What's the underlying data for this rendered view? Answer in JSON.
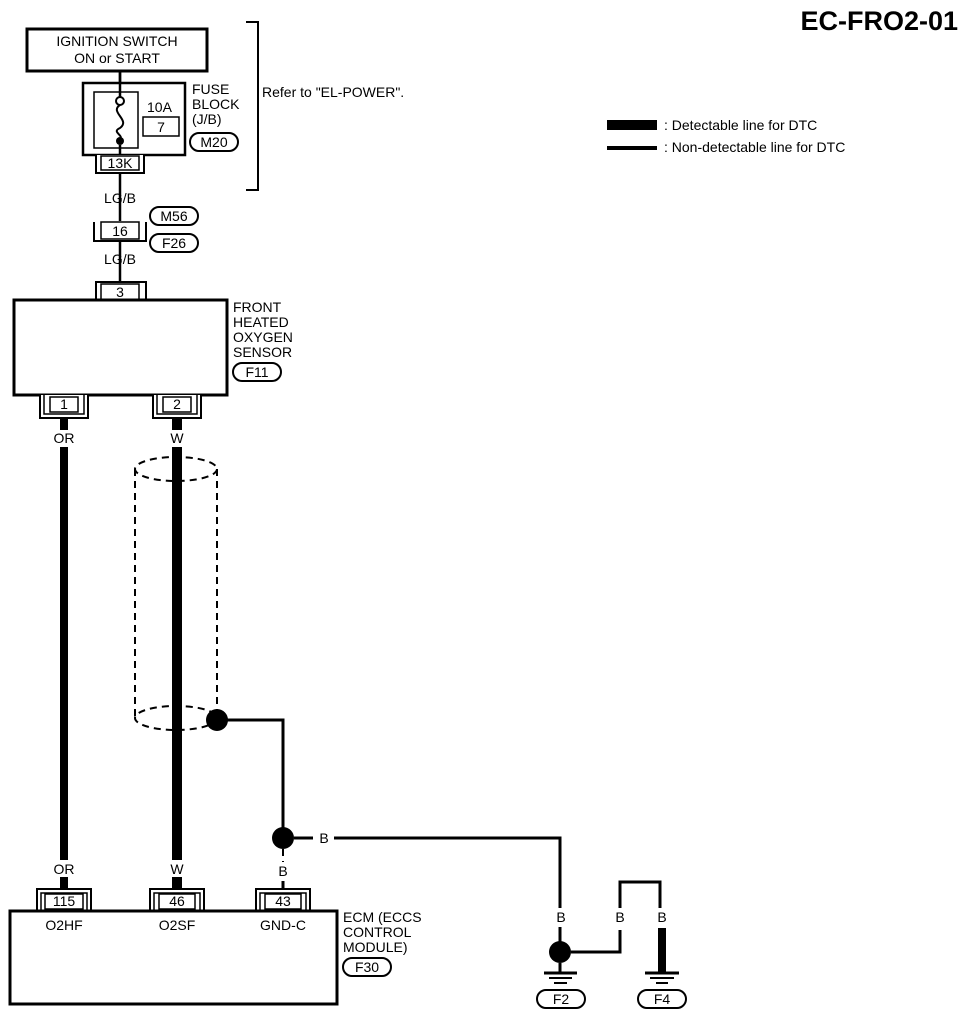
{
  "title": "EC-FRO2-01",
  "legend": {
    "detectable": ": Detectable line for DTC",
    "non_detectable": ": Non-detectable line for DTC"
  },
  "ignition_switch": {
    "line1": "IGNITION SWITCH",
    "line2": "ON or START"
  },
  "fuse_block": {
    "line1": "FUSE",
    "line2": "BLOCK",
    "line3": "(J/B)",
    "rating": "10A",
    "fuse_number": "7",
    "connector": "M20",
    "terminal": "13K"
  },
  "refer_note": "Refer to \"EL-POWER\".",
  "wires": {
    "lgb_upper": "LG/B",
    "lgb_lower": "LG/B",
    "or_top": "OR",
    "w_top": "W",
    "or_bottom": "OR",
    "w_bottom": "W",
    "b_junction": "B",
    "b_vertical": "B",
    "b_f2": "B",
    "b_f4_left": "B",
    "b_f4_right": "B"
  },
  "joint_connector": {
    "pin": "16",
    "connector_top": "M56",
    "connector_bottom": "F26"
  },
  "sensor": {
    "line1": "FRONT",
    "line2": "HEATED",
    "line3": "OXYGEN",
    "line4": "SENSOR",
    "connector": "F11",
    "pin_top": "3",
    "pin_1": "1",
    "pin_2": "2"
  },
  "ecm": {
    "line1": "ECM (ECCS",
    "line2": "CONTROL",
    "line3": "MODULE)",
    "connector": "F30",
    "pin_115": "115",
    "pin_46": "46",
    "pin_43": "43",
    "term_115": "O2HF",
    "term_46": "O2SF",
    "term_43": "GND-C"
  },
  "grounds": {
    "left": "F2",
    "right": "F4"
  }
}
